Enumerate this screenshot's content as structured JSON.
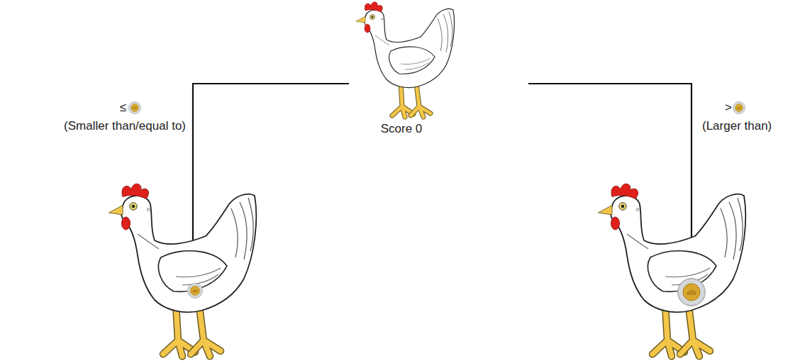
{
  "diagram": {
    "labels": [
      "≤",
      "(Smaller than/equal to)",
      "Score 0",
      ">",
      "(Larger than)"
    ]
  }
}
